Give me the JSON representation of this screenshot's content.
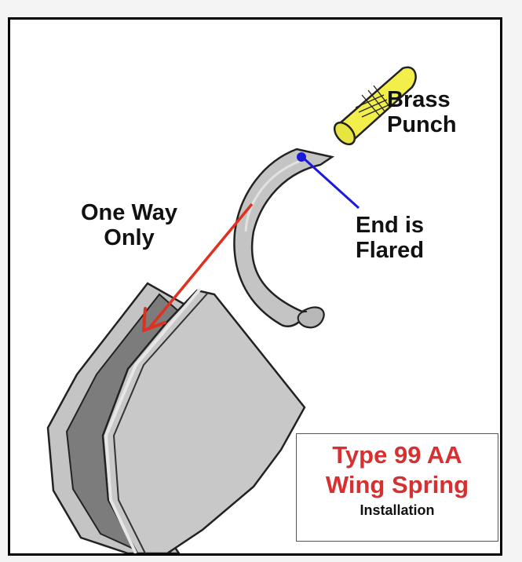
{
  "labels": {
    "brass_punch": [
      "Brass",
      "Punch"
    ],
    "end_flared": [
      "End is",
      "Flared"
    ],
    "one_way": [
      "One Way",
      "Only"
    ]
  },
  "title_box": {
    "line1": "Type 99 AA",
    "line2": "Wing Spring",
    "line3": "Installation"
  },
  "colors": {
    "title_red": "#d83030",
    "arrow_red": "#e03020",
    "pointer_blue": "#1a1adc",
    "punch_yellow": "#f2ee4a",
    "metal_light": "#c8c8c8",
    "metal_dark": "#7a7a7a"
  }
}
